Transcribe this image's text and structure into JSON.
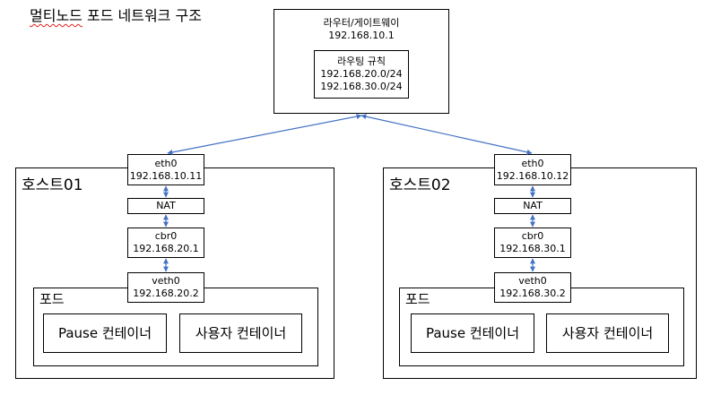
{
  "title": {
    "underlined": "멀티노드",
    "rest": " 포드 네트워크 구조"
  },
  "router": {
    "name": "라우터/게이트웨이",
    "ip": "192.168.10.1",
    "rules_title": "라우팅 규칙",
    "rules": [
      "192.168.20.0/24",
      "192.168.30.0/24"
    ]
  },
  "hosts": [
    {
      "label": "호스트01",
      "eth0": {
        "name": "eth0",
        "ip": "192.168.10.11"
      },
      "nat": "NAT",
      "cbr0": {
        "name": "cbr0",
        "ip": "192.168.20.1"
      },
      "veth0": {
        "name": "veth0",
        "ip": "192.168.20.2"
      },
      "pod": {
        "label": "포드",
        "pause": "Pause 컨테이너",
        "user": "사용자 컨테이너"
      }
    },
    {
      "label": "호스트02",
      "eth0": {
        "name": "eth0",
        "ip": "192.168.10.12"
      },
      "nat": "NAT",
      "cbr0": {
        "name": "cbr0",
        "ip": "192.168.30.1"
      },
      "veth0": {
        "name": "veth0",
        "ip": "192.168.30.2"
      },
      "pod": {
        "label": "포드",
        "pause": "Pause 컨테이너",
        "user": "사용자 컨테이너"
      }
    }
  ],
  "colors": {
    "connector": "#4472c4",
    "border": "#000000"
  }
}
